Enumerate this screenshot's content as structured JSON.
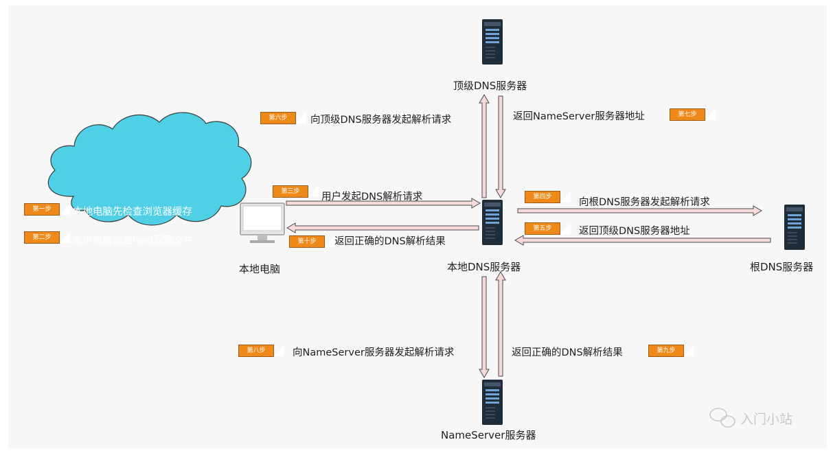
{
  "nodes": {
    "top_dns": "顶级DNS服务器",
    "local_dns": "本地DNS服务器",
    "root_dns": "根DNS服务器",
    "nameserver": "NameServer服务器",
    "local_pc": "本地电脑"
  },
  "cloud": {
    "line1": "本地电脑先检查浏览器缓存",
    "line2": "本地电脑检查host配置文件"
  },
  "steps": [
    {
      "badge": "第一步"
    },
    {
      "badge": "第二步"
    },
    {
      "badge": "第三步",
      "text": "用户发起DNS解析请求"
    },
    {
      "badge": "第四步",
      "text": "向根DNS服务器发起解析请求"
    },
    {
      "badge": "第五步",
      "text": "返回顶级DNS服务器地址"
    },
    {
      "badge": "第六步",
      "text": "向顶级DNS服务器发起解析请求"
    },
    {
      "badge": "第七步",
      "text": "返回NameServer服务器地址"
    },
    {
      "badge": "第八步",
      "text": "向NameServer服务器发起解析请求"
    },
    {
      "badge": "第九步",
      "text": "返回正确的DNS解析结果"
    },
    {
      "badge": "第十步",
      "text": "返回正确的DNS解析结果"
    }
  ],
  "watermark": "入门小站",
  "colors": {
    "arrow_fill": "#f6d9d9",
    "arrow_stroke": "#4a4a4a",
    "cloud": "#4fd0e6",
    "badge": "#ef8a1a",
    "server": "#1f2d38"
  }
}
